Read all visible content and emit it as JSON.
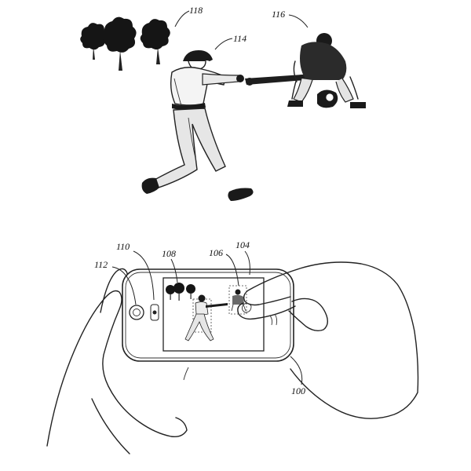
{
  "labels": {
    "trees": "118",
    "batter": "114",
    "fielder": "116",
    "camera": "110",
    "home_button": "112",
    "screen_trees": "108",
    "screen_selection": "106",
    "screen_edge": "104",
    "device": "100"
  }
}
